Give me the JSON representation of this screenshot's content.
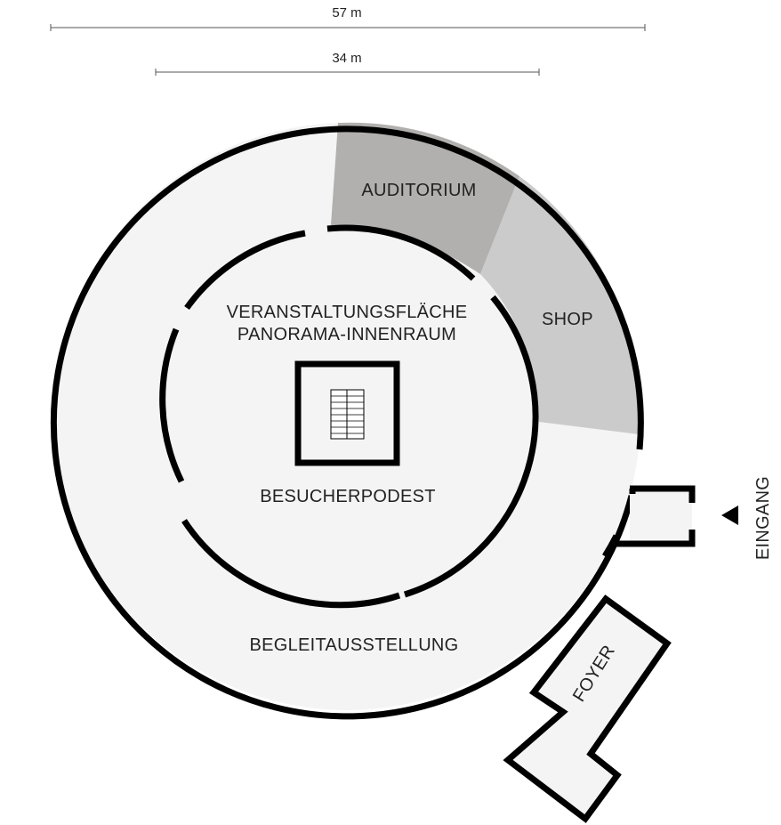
{
  "dimensions": {
    "outer": "57 m",
    "inner": "34 m"
  },
  "rooms": {
    "auditorium": "AUDITORIUM",
    "shop": "SHOP",
    "event_area_line1": "VERANSTALTUNGSFLÄCHE",
    "event_area_line2": "PANORAMA-INNENRAUM",
    "platform": "BESUCHERPODEST",
    "exhibition": "BEGLEITAUSSTELLUNG",
    "foyer": "FOYER",
    "entrance": "EINGANG"
  },
  "colors": {
    "wall": "#000000",
    "floor": "#f4f4f4",
    "auditorium": "#b1b0ae",
    "shop": "#cbcbcb"
  }
}
